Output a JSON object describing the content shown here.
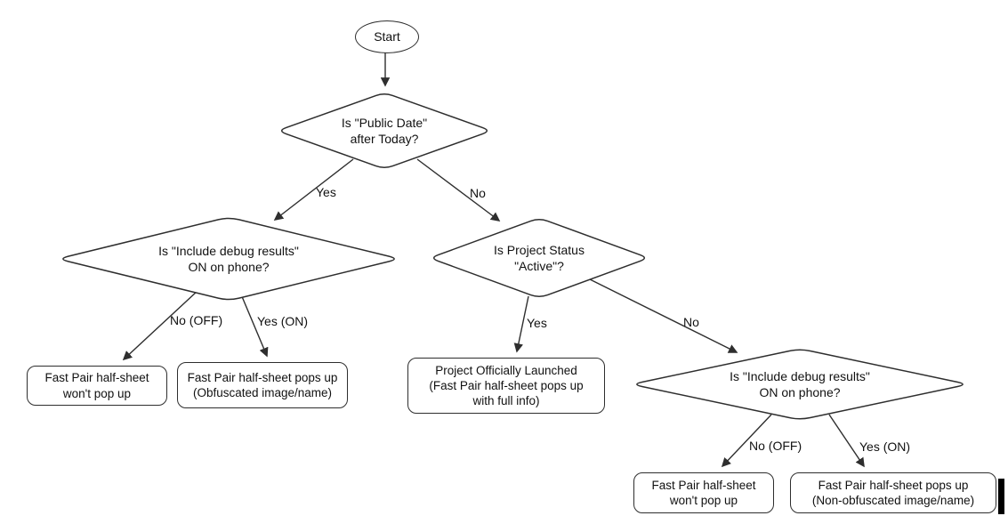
{
  "diagram": {
    "colors": {
      "stroke": "#2e2e2e",
      "text": "#111111",
      "background": "#ffffff"
    },
    "nodes": {
      "start": {
        "label": "Start"
      },
      "public_date": {
        "label": "Is \"Public Date\"\nafter Today?"
      },
      "debug_left": {
        "label": "Is \"Include debug results\"\nON on phone?"
      },
      "project_status": {
        "label": "Is Project Status\n\"Active\"?"
      },
      "debug_right": {
        "label": "Is \"Include debug results\"\nON on phone?"
      },
      "no_popup_left": {
        "label": "Fast Pair half-sheet\nwon't pop up"
      },
      "obfuscated": {
        "label": "Fast Pair half-sheet pops up\n(Obfuscated image/name)"
      },
      "launched": {
        "label": "Project Officially Launched\n(Fast Pair half-sheet pops up\nwith full info)"
      },
      "no_popup_right": {
        "label": "Fast Pair half-sheet\nwon't pop up"
      },
      "non_obfuscated": {
        "label": "Fast Pair half-sheet pops up\n(Non-obfuscated image/name)"
      }
    },
    "edge_labels": {
      "public_date_yes": "Yes",
      "public_date_no": "No",
      "debug_left_no": "No (OFF)",
      "debug_left_yes": "Yes (ON)",
      "project_status_yes": "Yes",
      "project_status_no": "No",
      "debug_right_no": "No (OFF)",
      "debug_right_yes": "Yes (ON)"
    }
  }
}
